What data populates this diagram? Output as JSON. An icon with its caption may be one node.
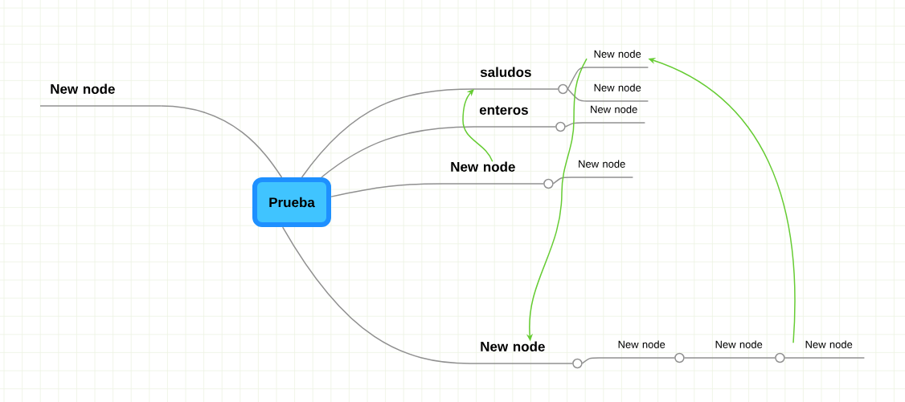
{
  "diagram": {
    "nodes": [
      {
        "text": [
          "Prueba"
        ]
      },
      {
        "text": [
          "New node"
        ]
      },
      {
        "text": [
          "saludos"
        ]
      },
      {
        "text": [
          "New node"
        ]
      },
      {
        "text": [
          "New node"
        ]
      },
      {
        "text": [
          "enteros"
        ]
      },
      {
        "text": [
          "New node"
        ]
      },
      {
        "text": [
          "New node"
        ]
      },
      {
        "text": [
          "New node"
        ]
      },
      {
        "text": [
          "New node"
        ]
      },
      {
        "text": [
          "New node"
        ]
      },
      {
        "text": [
          "New node"
        ]
      },
      {
        "text": [
          "New node"
        ]
      }
    ],
    "edges": [
      {
        "from": 0,
        "to": 1,
        "arrow": "none"
      },
      {
        "from": 0,
        "to": 2,
        "arrow": "none"
      },
      {
        "from": 0,
        "to": 5,
        "arrow": "none"
      },
      {
        "from": 0,
        "to": 7,
        "arrow": "none"
      },
      {
        "from": 0,
        "to": 9,
        "arrow": "none"
      },
      {
        "from": 2,
        "to": 3,
        "arrow": "none"
      },
      {
        "from": 2,
        "to": 4,
        "arrow": "none"
      },
      {
        "from": 5,
        "to": 6,
        "arrow": "none"
      },
      {
        "from": 7,
        "to": 8,
        "arrow": "none"
      },
      {
        "from": 9,
        "to": 10,
        "arrow": "none"
      },
      {
        "from": 10,
        "to": 11,
        "arrow": "none"
      },
      {
        "from": 11,
        "to": 12,
        "arrow": "none"
      },
      {
        "from": 7,
        "to": 2,
        "arrow": "to",
        "color": "#66cc33"
      },
      {
        "from": 3,
        "to": 9,
        "arrow": "to",
        "color": "#66cc33"
      },
      {
        "from": 12,
        "to": 3,
        "arrow": "to",
        "color": "#66cc33"
      }
    ]
  }
}
